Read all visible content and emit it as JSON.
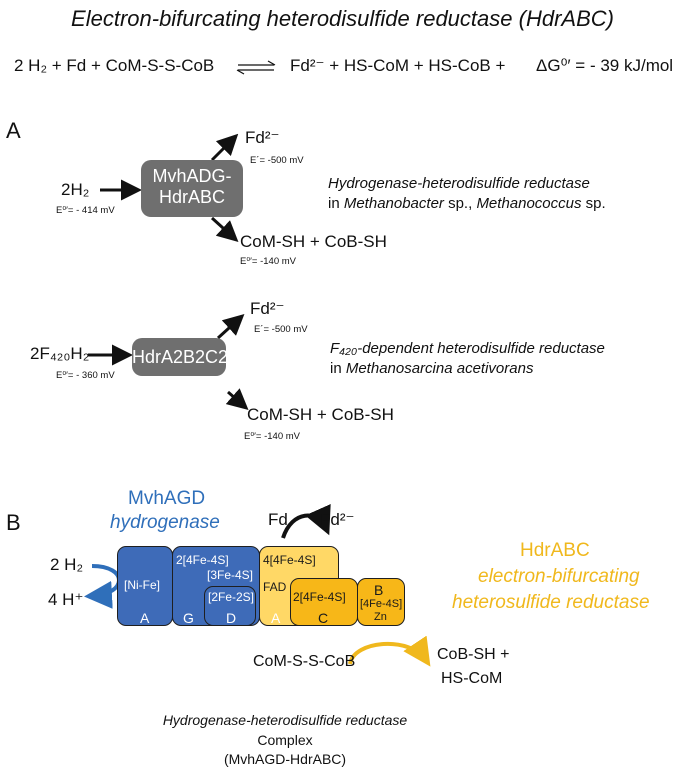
{
  "title": "Electron-bifurcating heterodisulfide reductase (HdrABC)",
  "equation": {
    "left": "2 H₂ + Fd  + CoM-S-S-CoB",
    "right": "Fd²⁻ + HS-CoM + HS-CoB +",
    "delta_g": "ΔG⁰′ = - 39 kJ/mol"
  },
  "panel_a": {
    "letter": "A",
    "top": {
      "substrate": "2H₂",
      "substrate_e": "E⁰′= - 414 mV",
      "enzyme_line1": "MvhADG-",
      "enzyme_line2": "HdrABC",
      "product_fd": "Fd²⁻",
      "product_fd_e": "E´= -500 mV",
      "product_com": "CoM-SH + CoB-SH",
      "product_com_e": "E⁰′= -140 mV",
      "desc_line1": "Hydrogenase-heterodisulfide reductase",
      "desc_line2_prefix": "in ",
      "desc_line2_org1": "Methanobacter",
      "desc_line2_mid": " sp., ",
      "desc_line2_org2": "Methanococcus",
      "desc_line2_suffix": " sp."
    },
    "bottom": {
      "substrate": "2F₄₂₀H₂",
      "substrate_e": "E⁰′= - 360 mV",
      "enzyme": "HdrA2B2C2",
      "product_fd": "Fd²⁻",
      "product_fd_e": "E´= -500 mV",
      "product_com": "CoM-SH + CoB-SH",
      "product_com_e": "E⁰′= -140 mV",
      "desc_line1": "F₄₂₀-dependent heterodisulfide reductase",
      "desc_line2_prefix": "in ",
      "desc_line2_org": "Methanosarcina acetivorans"
    }
  },
  "panel_b": {
    "letter": "B",
    "mvh_label_1": "MvhAGD",
    "mvh_label_2": "hydrogenase",
    "hdr_label_1": "HdrABC",
    "hdr_label_2": "electron-bifurcating",
    "hdr_label_3": "heterosulfide reductase",
    "h2": "2 H₂",
    "h_plus": "4 H⁺",
    "fd": "Fd",
    "fd2": "Fd²⁻",
    "cluster_nife": "[Ni-Fe]",
    "cluster_g": "2[4Fe-4S]",
    "cluster_d1": "[3Fe-4S]",
    "cluster_d2": "[2Fe-2S]",
    "cluster_a": "4[4Fe-4S]",
    "cluster_fad": "FAD",
    "cluster_c": "2[4Fe-4S]",
    "cluster_b": "[4Fe-4S]",
    "cluster_zn": "Zn",
    "sub_a": "A",
    "sub_g": "G",
    "sub_d": "D",
    "sub_ha": "A",
    "sub_c": "C",
    "sub_b": "B",
    "substrate": "CoM-S-S-CoB",
    "product_1": "CoB-SH +",
    "product_2": "HS-CoM",
    "caption_1": "Hydrogenase-heterodisulfide reductase",
    "caption_2": "Complex",
    "caption_3": "(MvhAGD-HdrABC)",
    "colors": {
      "blue": "#3e6bb8",
      "yellow": "#ffd866",
      "orange": "#f7b718",
      "grey": "#6f6f6f"
    }
  }
}
